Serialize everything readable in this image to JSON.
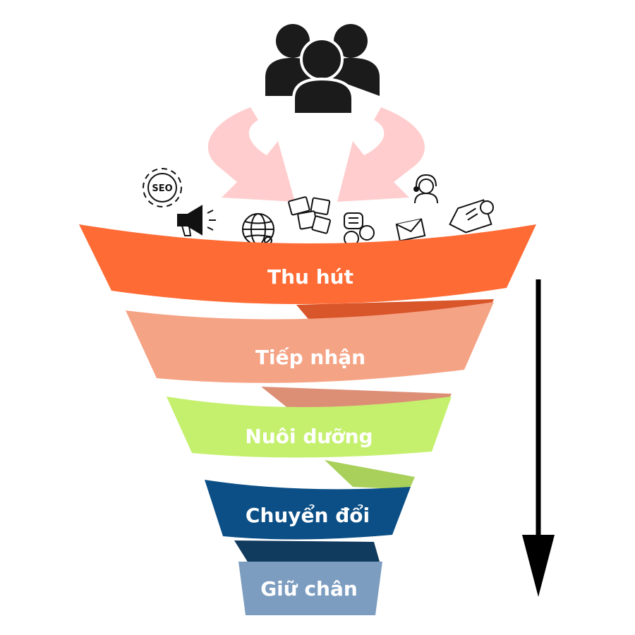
{
  "funnel": {
    "stages": [
      {
        "label": "Thu hút",
        "color": "#FF6B35",
        "fold_color": "#D9552A"
      },
      {
        "label": "Tiếp nhận",
        "color": "#F5A385",
        "fold_color": "#DD8F76"
      },
      {
        "label": "Nuôi dưỡng",
        "color": "#C5F06E",
        "fold_color": "#A9D05A"
      },
      {
        "label": "Chuyển đổi",
        "color": "#0B4F86",
        "fold_color": "#113A5F"
      },
      {
        "label": "Giữ chân",
        "color": "#7C9DC0",
        "fold_color": "#6D8CAE"
      }
    ]
  },
  "icons": {
    "seo_badge": "SEO",
    "list": [
      "seo-gear-icon",
      "megaphone-icon",
      "globe-icon",
      "image-cards-icon",
      "chat-feedback-icon",
      "envelope-icon",
      "support-agent-icon",
      "price-tag-icon"
    ]
  },
  "colors": {
    "arrow_pink": "#FFCDCD",
    "people": "#1B1B1B",
    "down_arrow": "#000000"
  }
}
